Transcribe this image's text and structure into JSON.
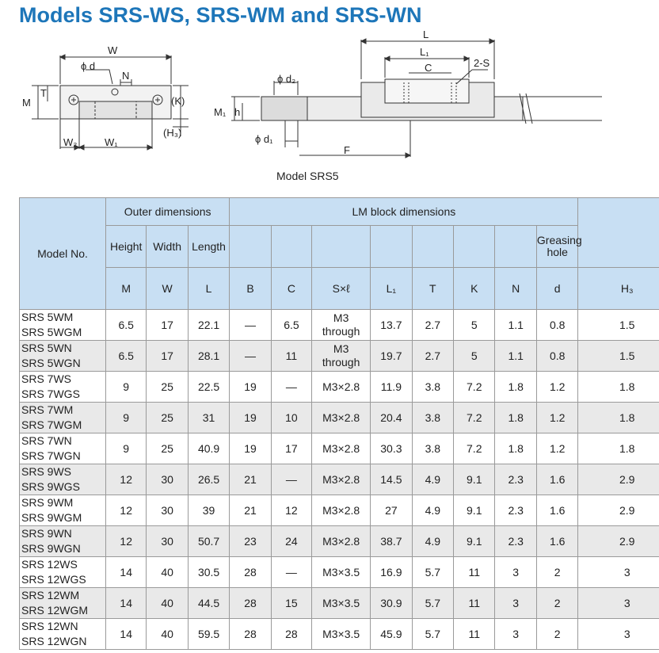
{
  "title": "Models SRS-WS, SRS-WM and SRS-WN",
  "diagram": {
    "caption": "Model SRS5",
    "labels": {
      "W": "W",
      "phi_d": "ϕ d",
      "N": "N",
      "M": "M",
      "T": "T",
      "K": "(K)",
      "H3": "(H₃)",
      "W2": "W₂",
      "W1": "W₁",
      "L": "L",
      "L1": "L₁",
      "C": "C",
      "two_s": "2-S",
      "phi_d2": "ϕ d₂",
      "M1": "M₁",
      "h": "h",
      "phi_d1": "ϕ d₁",
      "F": "F"
    }
  },
  "table": {
    "header": {
      "model_no": "Model No.",
      "outer_dimensions": "Outer dimensions",
      "lm_block_dimensions": "LM block dimensions",
      "height": "Height",
      "width": "Width",
      "length": "Length",
      "greasing_hole_1": "Greasing",
      "greasing_hole_2": "hole",
      "sym": [
        "M",
        "W",
        "L",
        "B",
        "C",
        "S×ℓ",
        "L₁",
        "T",
        "K",
        "N",
        "d",
        "H₃"
      ]
    },
    "rows": [
      {
        "m1": "SRS 5WM",
        "m2": "SRS 5WGM",
        "v": [
          "6.5",
          "17",
          "22.1",
          "—",
          "6.5",
          "M3 through",
          "13.7",
          "2.7",
          "5",
          "1.1",
          "0.8",
          "1.5"
        ]
      },
      {
        "m1": "SRS 5WN",
        "m2": "SRS 5WGN",
        "v": [
          "6.5",
          "17",
          "28.1",
          "—",
          "11",
          "M3 through",
          "19.7",
          "2.7",
          "5",
          "1.1",
          "0.8",
          "1.5"
        ]
      },
      {
        "m1": "SRS 7WS",
        "m2": "SRS 7WGS",
        "v": [
          "9",
          "25",
          "22.5",
          "19",
          "—",
          "M3×2.8",
          "11.9",
          "3.8",
          "7.2",
          "1.8",
          "1.2",
          "1.8"
        ]
      },
      {
        "m1": "SRS 7WM",
        "m2": "SRS 7WGM",
        "v": [
          "9",
          "25",
          "31",
          "19",
          "10",
          "M3×2.8",
          "20.4",
          "3.8",
          "7.2",
          "1.8",
          "1.2",
          "1.8"
        ]
      },
      {
        "m1": "SRS 7WN",
        "m2": "SRS 7WGN",
        "v": [
          "9",
          "25",
          "40.9",
          "19",
          "17",
          "M3×2.8",
          "30.3",
          "3.8",
          "7.2",
          "1.8",
          "1.2",
          "1.8"
        ]
      },
      {
        "m1": "SRS 9WS",
        "m2": "SRS 9WGS",
        "v": [
          "12",
          "30",
          "26.5",
          "21",
          "—",
          "M3×2.8",
          "14.5",
          "4.9",
          "9.1",
          "2.3",
          "1.6",
          "2.9"
        ]
      },
      {
        "m1": "SRS 9WM",
        "m2": "SRS 9WGM",
        "v": [
          "12",
          "30",
          "39",
          "21",
          "12",
          "M3×2.8",
          "27",
          "4.9",
          "9.1",
          "2.3",
          "1.6",
          "2.9"
        ]
      },
      {
        "m1": "SRS 9WN",
        "m2": "SRS 9WGN",
        "v": [
          "12",
          "30",
          "50.7",
          "23",
          "24",
          "M3×2.8",
          "38.7",
          "4.9",
          "9.1",
          "2.3",
          "1.6",
          "2.9"
        ]
      },
      {
        "m1": "SRS 12WS",
        "m2": "SRS 12WGS",
        "v": [
          "14",
          "40",
          "30.5",
          "28",
          "—",
          "M3×3.5",
          "16.9",
          "5.7",
          "11",
          "3",
          "2",
          "3"
        ]
      },
      {
        "m1": "SRS 12WM",
        "m2": "SRS 12WGM",
        "v": [
          "14",
          "40",
          "44.5",
          "28",
          "15",
          "M3×3.5",
          "30.9",
          "5.7",
          "11",
          "3",
          "2",
          "3"
        ]
      },
      {
        "m1": "SRS 12WN",
        "m2": "SRS 12WGN",
        "v": [
          "14",
          "40",
          "59.5",
          "28",
          "28",
          "M3×3.5",
          "45.9",
          "5.7",
          "11",
          "3",
          "2",
          "3"
        ]
      }
    ]
  }
}
